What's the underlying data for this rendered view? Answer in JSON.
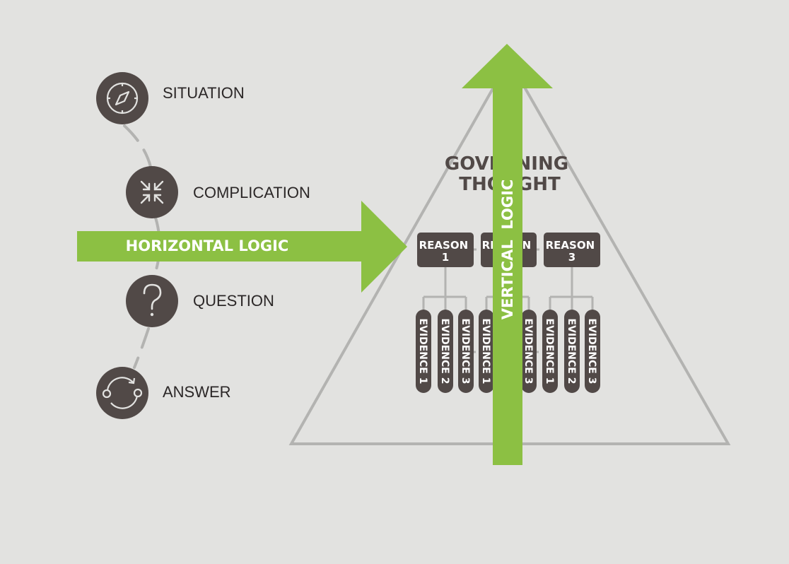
{
  "colors": {
    "background": "#e2e2e0",
    "dark": "#514947",
    "green": "#8cc043",
    "line": "#b3b3b1",
    "white": "#ffffff"
  },
  "steps": [
    {
      "label": "SITUATION",
      "icon": "compass-icon"
    },
    {
      "label": "COMPLICATION",
      "icon": "compress-arrows-icon"
    },
    {
      "label": "QUESTION",
      "icon": "question-mark-icon"
    },
    {
      "label": "ANSWER",
      "icon": "cycle-icon"
    }
  ],
  "pyramid": {
    "title_line1": "GOVERNING",
    "title_line2": "THOUGHT",
    "reasons": [
      {
        "line1": "REASON",
        "line2": "1"
      },
      {
        "line1": "REASON",
        "line2": "2"
      },
      {
        "line1": "REASON",
        "line2": "3"
      }
    ],
    "evidence": [
      "EVIDENCE 1",
      "EVIDENCE 2",
      "EVIDENCE 3"
    ]
  },
  "arrows": {
    "horizontal": "HORIZONTAL LOGIC",
    "vertical": "VERTICAL  LOGIC"
  }
}
